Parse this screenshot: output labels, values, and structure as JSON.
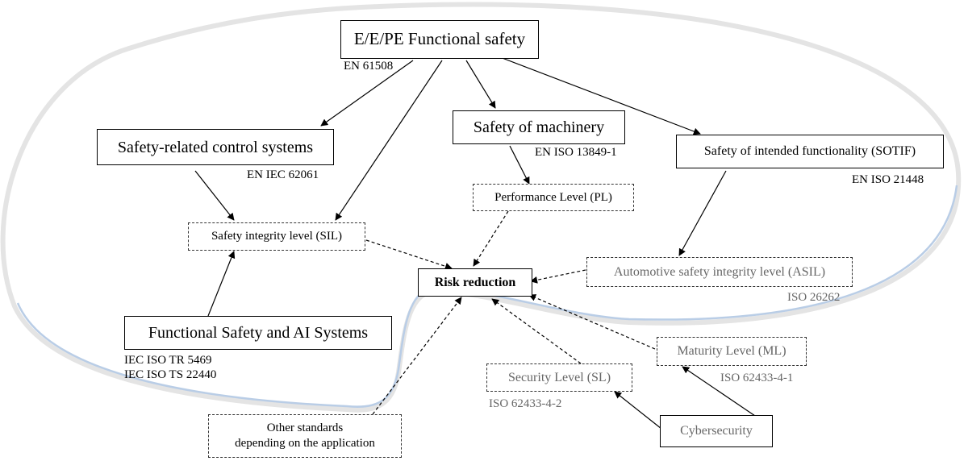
{
  "nodes": {
    "ee_pe": "E/E/PE Functional safety",
    "srcs": "Safety-related control systems",
    "machinery": "Safety of machinery",
    "sotif": "Safety of intended functionality (SOTIF)",
    "pl": "Performance Level (PL)",
    "sil": "Safety integrity level (SIL)",
    "risk": "Risk reduction",
    "asil": "Automotive safety integrity level (ASIL)",
    "fsai": "Functional Safety and AI Systems",
    "ml": "Maturity Level (ML)",
    "sl": "Security Level (SL)",
    "cyber": "Cybersecurity",
    "other_line1": "Other standards",
    "other_line2": "depending on the application"
  },
  "standards": {
    "ee_pe": "EN 61508",
    "srcs": "EN IEC 62061",
    "machinery": "EN ISO 13849-1",
    "sotif": "EN ISO 21448",
    "asil": "ISO 26262",
    "fsai_1": "IEC ISO TR 5469",
    "fsai_2": "IEC ISO TS 22440",
    "ml": "ISO 62433-4-1",
    "sl": "ISO 62433-4-2"
  },
  "colors": {
    "boundary_outer": "#e4e4e4",
    "boundary_inner": "#b9cde6",
    "grey_text": "#666666"
  }
}
